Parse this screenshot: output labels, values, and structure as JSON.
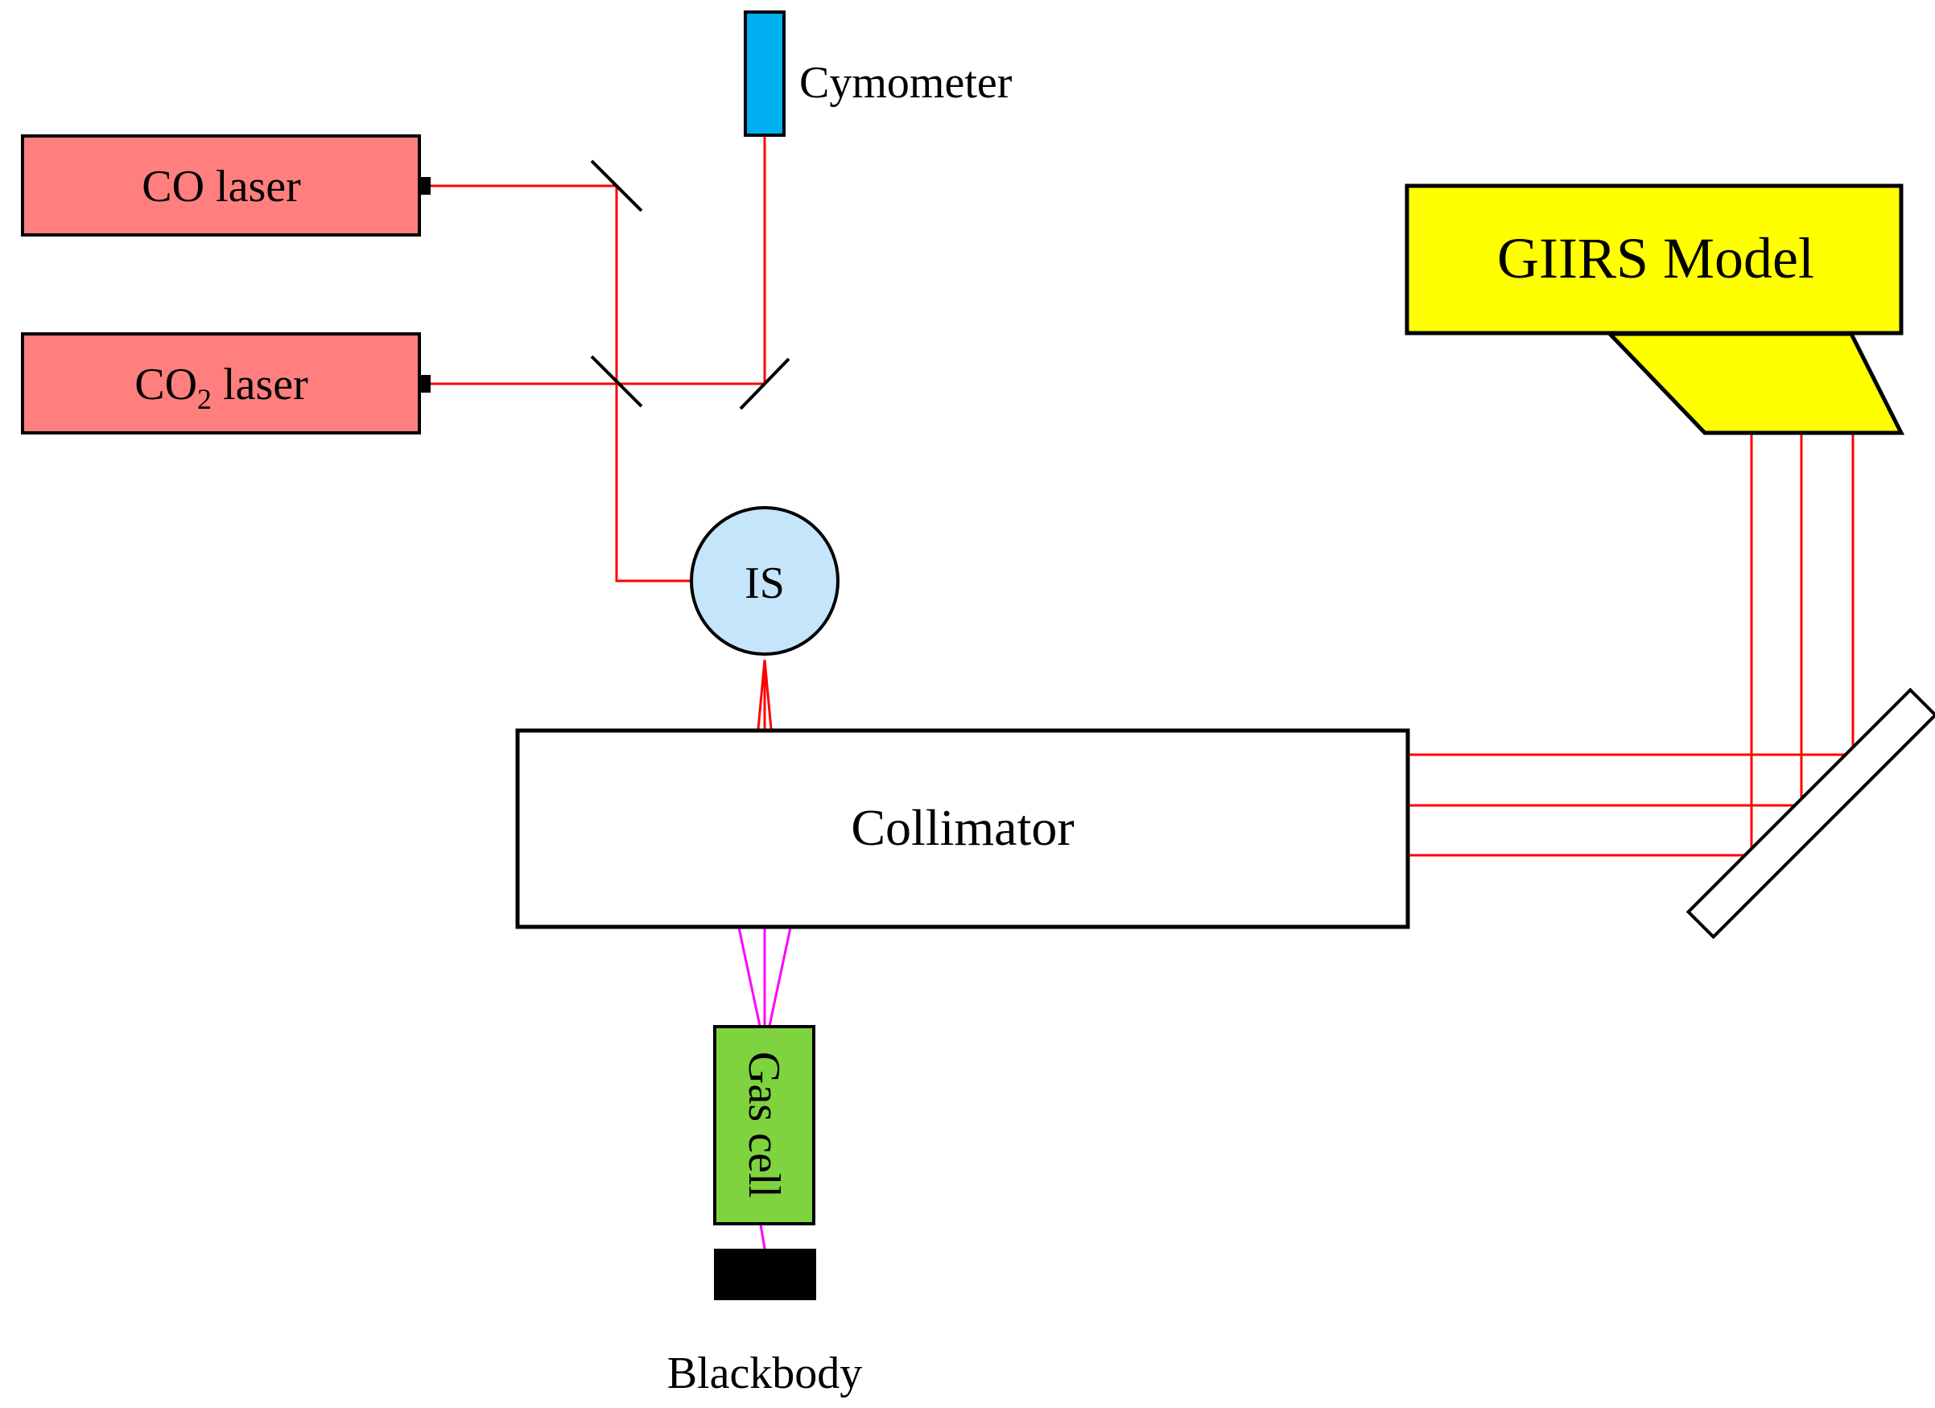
{
  "labels": {
    "cymometer": "Cymometer",
    "co_laser": "CO laser",
    "co2_laser_prefix": "CO",
    "co2_laser_subscript": "2",
    "co2_laser_suffix": " laser",
    "integrating_sphere": "IS",
    "giirs_model": "GIIRS Model",
    "collimator": "Collimator",
    "gas_cell": "Gas cell",
    "blackbody": "Blackbody"
  },
  "colors": {
    "laser_fill": "#ff7f7f",
    "cymometer_fill": "#00b0f0",
    "sphere_fill": "#c5e6fa",
    "giirs_fill": "#ffff00",
    "gas_cell_fill": "#7ed33e",
    "blackbody_fill": "#000000",
    "laser_beam": "#ff0000",
    "blackbody_beam": "#ff00ff",
    "outline": "#000000"
  }
}
